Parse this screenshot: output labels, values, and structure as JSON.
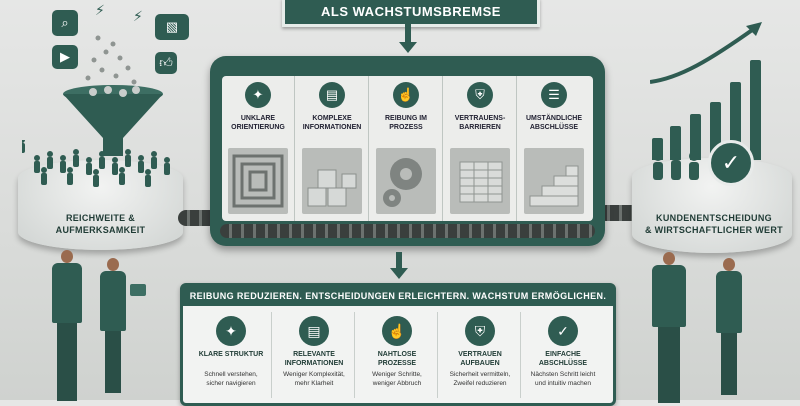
{
  "banner": {
    "title": "ALS WACHSTUMSBREMSE"
  },
  "left_platform": {
    "label_line1": "REICHWEITE &",
    "label_line2": "AUFMERKSAMKEIT"
  },
  "right_platform": {
    "label_line1": "KUNDENENTSCHEIDUNG",
    "label_line2": "& WIRTSCHAFTLICHER WERT"
  },
  "stages": [
    {
      "icon": "compass-icon",
      "glyph": "✦",
      "label_line1": "UNKLARE",
      "label_line2": "ORIENTIERUNG",
      "scene": "maze"
    },
    {
      "icon": "document-icon",
      "glyph": "▤",
      "label_line1": "KOMPLEXE",
      "label_line2": "INFORMATIONEN",
      "scene": "boxes"
    },
    {
      "icon": "pointer-hand-icon",
      "glyph": "☝",
      "label_line1": "REIBUNG IM",
      "label_line2": "PROZESS",
      "scene": "gears"
    },
    {
      "icon": "shield-icon",
      "glyph": "⛨",
      "label_line1": "VERTRAUENS-",
      "label_line2": "BARRIEREN",
      "scene": "wall"
    },
    {
      "icon": "checklist-icon",
      "glyph": "☰",
      "label_line1": "UMSTÄNDLICHE",
      "label_line2": "ABSCHLÜSSE",
      "scene": "stairs"
    }
  ],
  "solutions": {
    "title": "REIBUNG REDUZIEREN. ENTSCHEIDUNGEN ERLEICHTERN. WACHSTUM ERMÖGLICHEN.",
    "cards": [
      {
        "icon": "compass-icon",
        "glyph": "✦",
        "title_line1": "KLARE STRUKTUR",
        "title_line2": "",
        "desc_line1": "Schnell verstehen,",
        "desc_line2": "sicher navigieren"
      },
      {
        "icon": "document-icon",
        "glyph": "▤",
        "title_line1": "RELEVANTE",
        "title_line2": "INFORMATIONEN",
        "desc_line1": "Weniger Komplexität,",
        "desc_line2": "mehr Klarheit"
      },
      {
        "icon": "pointer-hand-icon",
        "glyph": "☝",
        "title_line1": "NAHTLOSE",
        "title_line2": "PROZESSE",
        "desc_line1": "Weniger Schritte,",
        "desc_line2": "weniger Abbruch"
      },
      {
        "icon": "shield-icon",
        "glyph": "⛨",
        "title_line1": "VERTRAUEN",
        "title_line2": "AUFBAUEN",
        "desc_line1": "Sicherheit vermitteln,",
        "desc_line2": "Zweifel reduzieren"
      },
      {
        "icon": "check-icon",
        "glyph": "✓",
        "title_line1": "EINFACHE",
        "title_line2": "ABSCHLÜSSE",
        "desc_line1": "Nächsten Schritt leicht",
        "desc_line2": "und intuitiv machen"
      }
    ]
  },
  "colors": {
    "primary": "#2f5c52",
    "background": "#dcdedc",
    "panel": "#f2f3f2"
  }
}
